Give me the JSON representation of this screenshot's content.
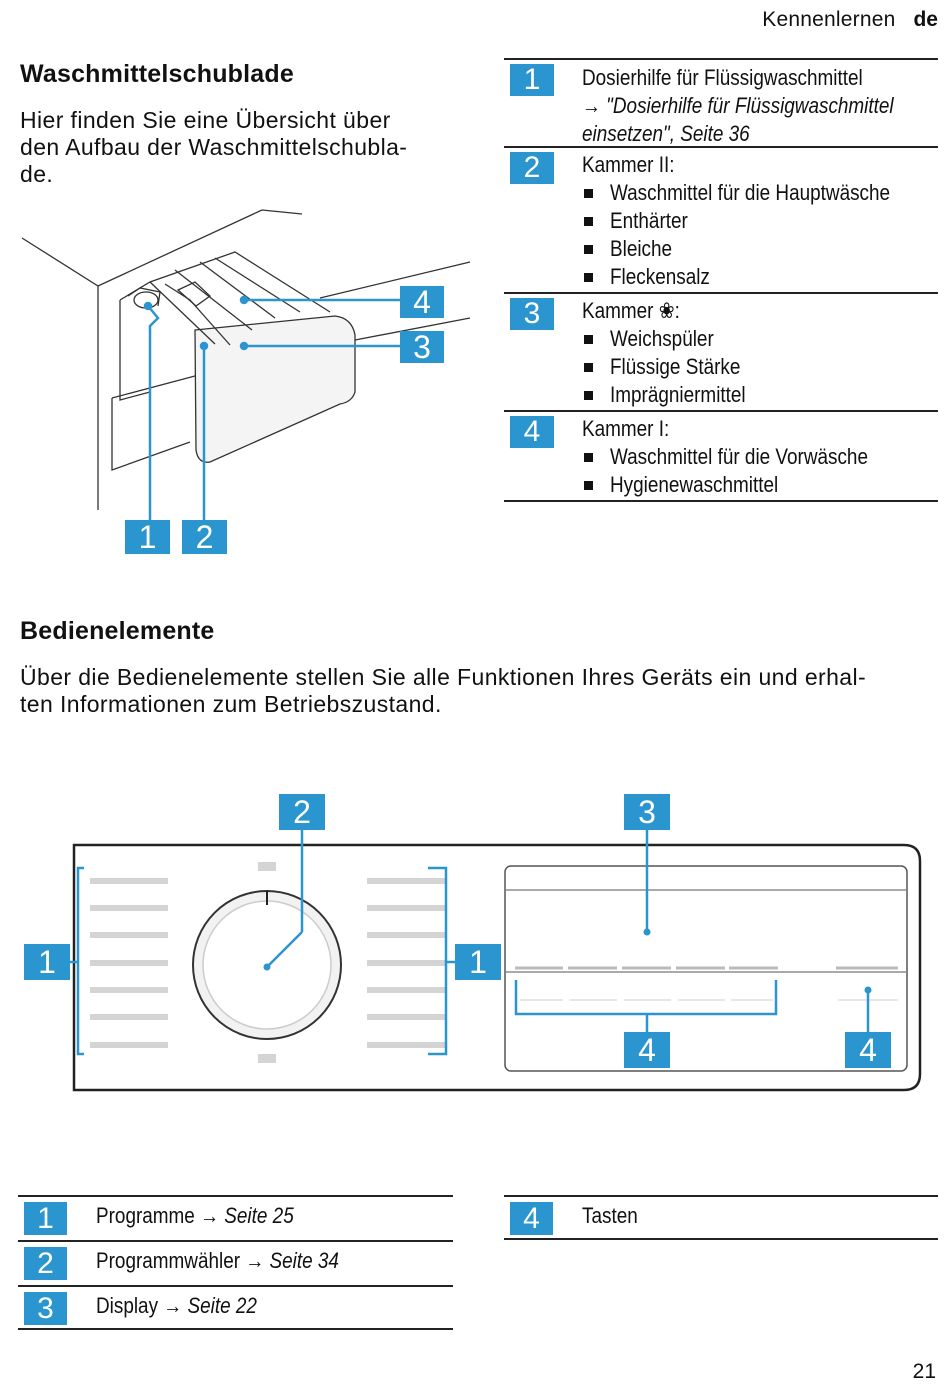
{
  "header": {
    "section": "Kennenlernen",
    "lang": "de"
  },
  "drawer": {
    "title": "Waschmittelschublade",
    "intro": [
      "Hier finden Sie eine Übersicht über",
      "den Aufbau der Waschmittelschubla-",
      "de."
    ],
    "figure_badges": [
      "1",
      "2",
      "3",
      "4"
    ],
    "legend": [
      {
        "num": "1",
        "lines": [
          "Dosierhilfe für Flüssigwaschmittel"
        ],
        "ref_lines": [
          "→ \"Dosierhilfe für Flüssigwaschmittel",
          "einsetzen\", Seite 36"
        ],
        "bullets": []
      },
      {
        "num": "2",
        "lines": [
          "Kammer II:"
        ],
        "ref_lines": [],
        "bullets": [
          "Waschmittel für die Hauptwäsche",
          "Enthärter",
          "Bleiche",
          "Fleckensalz"
        ]
      },
      {
        "num": "3",
        "lines": [
          "Kammer ❀:"
        ],
        "ref_lines": [],
        "bullets": [
          "Weichspüler",
          "Flüssige Stärke",
          "Imprägniermittel"
        ]
      },
      {
        "num": "4",
        "lines": [
          "Kammer I:"
        ],
        "ref_lines": [],
        "bullets": [
          "Waschmittel für die Vorwäsche",
          "Hygienewaschmittel"
        ]
      }
    ]
  },
  "controls": {
    "title": "Bedienelemente",
    "intro": [
      "Über die Bedienelemente stellen Sie alle Funktionen Ihres Geräts ein und erhal-",
      "ten Informationen zum Betriebszustand."
    ],
    "figure_badges": [
      "1",
      "2",
      "3",
      "1",
      "4",
      "4"
    ],
    "legend_left": [
      {
        "num": "1",
        "text": "Programme",
        "arrow": "→",
        "ref": "Seite 25"
      },
      {
        "num": "2",
        "text": "Programmwähler",
        "arrow": "→",
        "ref": "Seite 34"
      },
      {
        "num": "3",
        "text": "Display",
        "arrow": "→",
        "ref": "Seite 22"
      }
    ],
    "legend_right": [
      {
        "num": "4",
        "text": "Tasten"
      }
    ]
  },
  "page_number": "21",
  "colors": {
    "badge": "#2a95cf",
    "line": "#222222"
  }
}
